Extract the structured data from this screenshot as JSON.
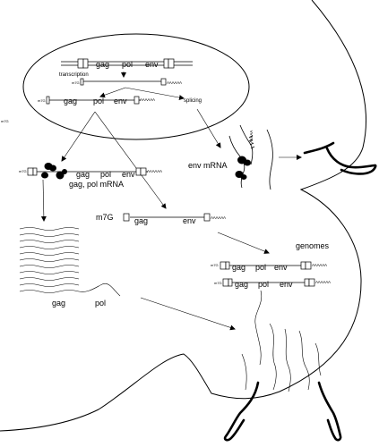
{
  "labels": {
    "gag": "gag",
    "pol": "pol",
    "env": "env",
    "transcription": "transcription",
    "splicing": "splicing",
    "m7g": "m7G",
    "polya": "AAAAAA",
    "polya_env_mrna": "AAAAA",
    "env_mrna": "env mRNA",
    "gag_pol_mrna": "gag, pol mRNA",
    "genomes": "genomes"
  }
}
